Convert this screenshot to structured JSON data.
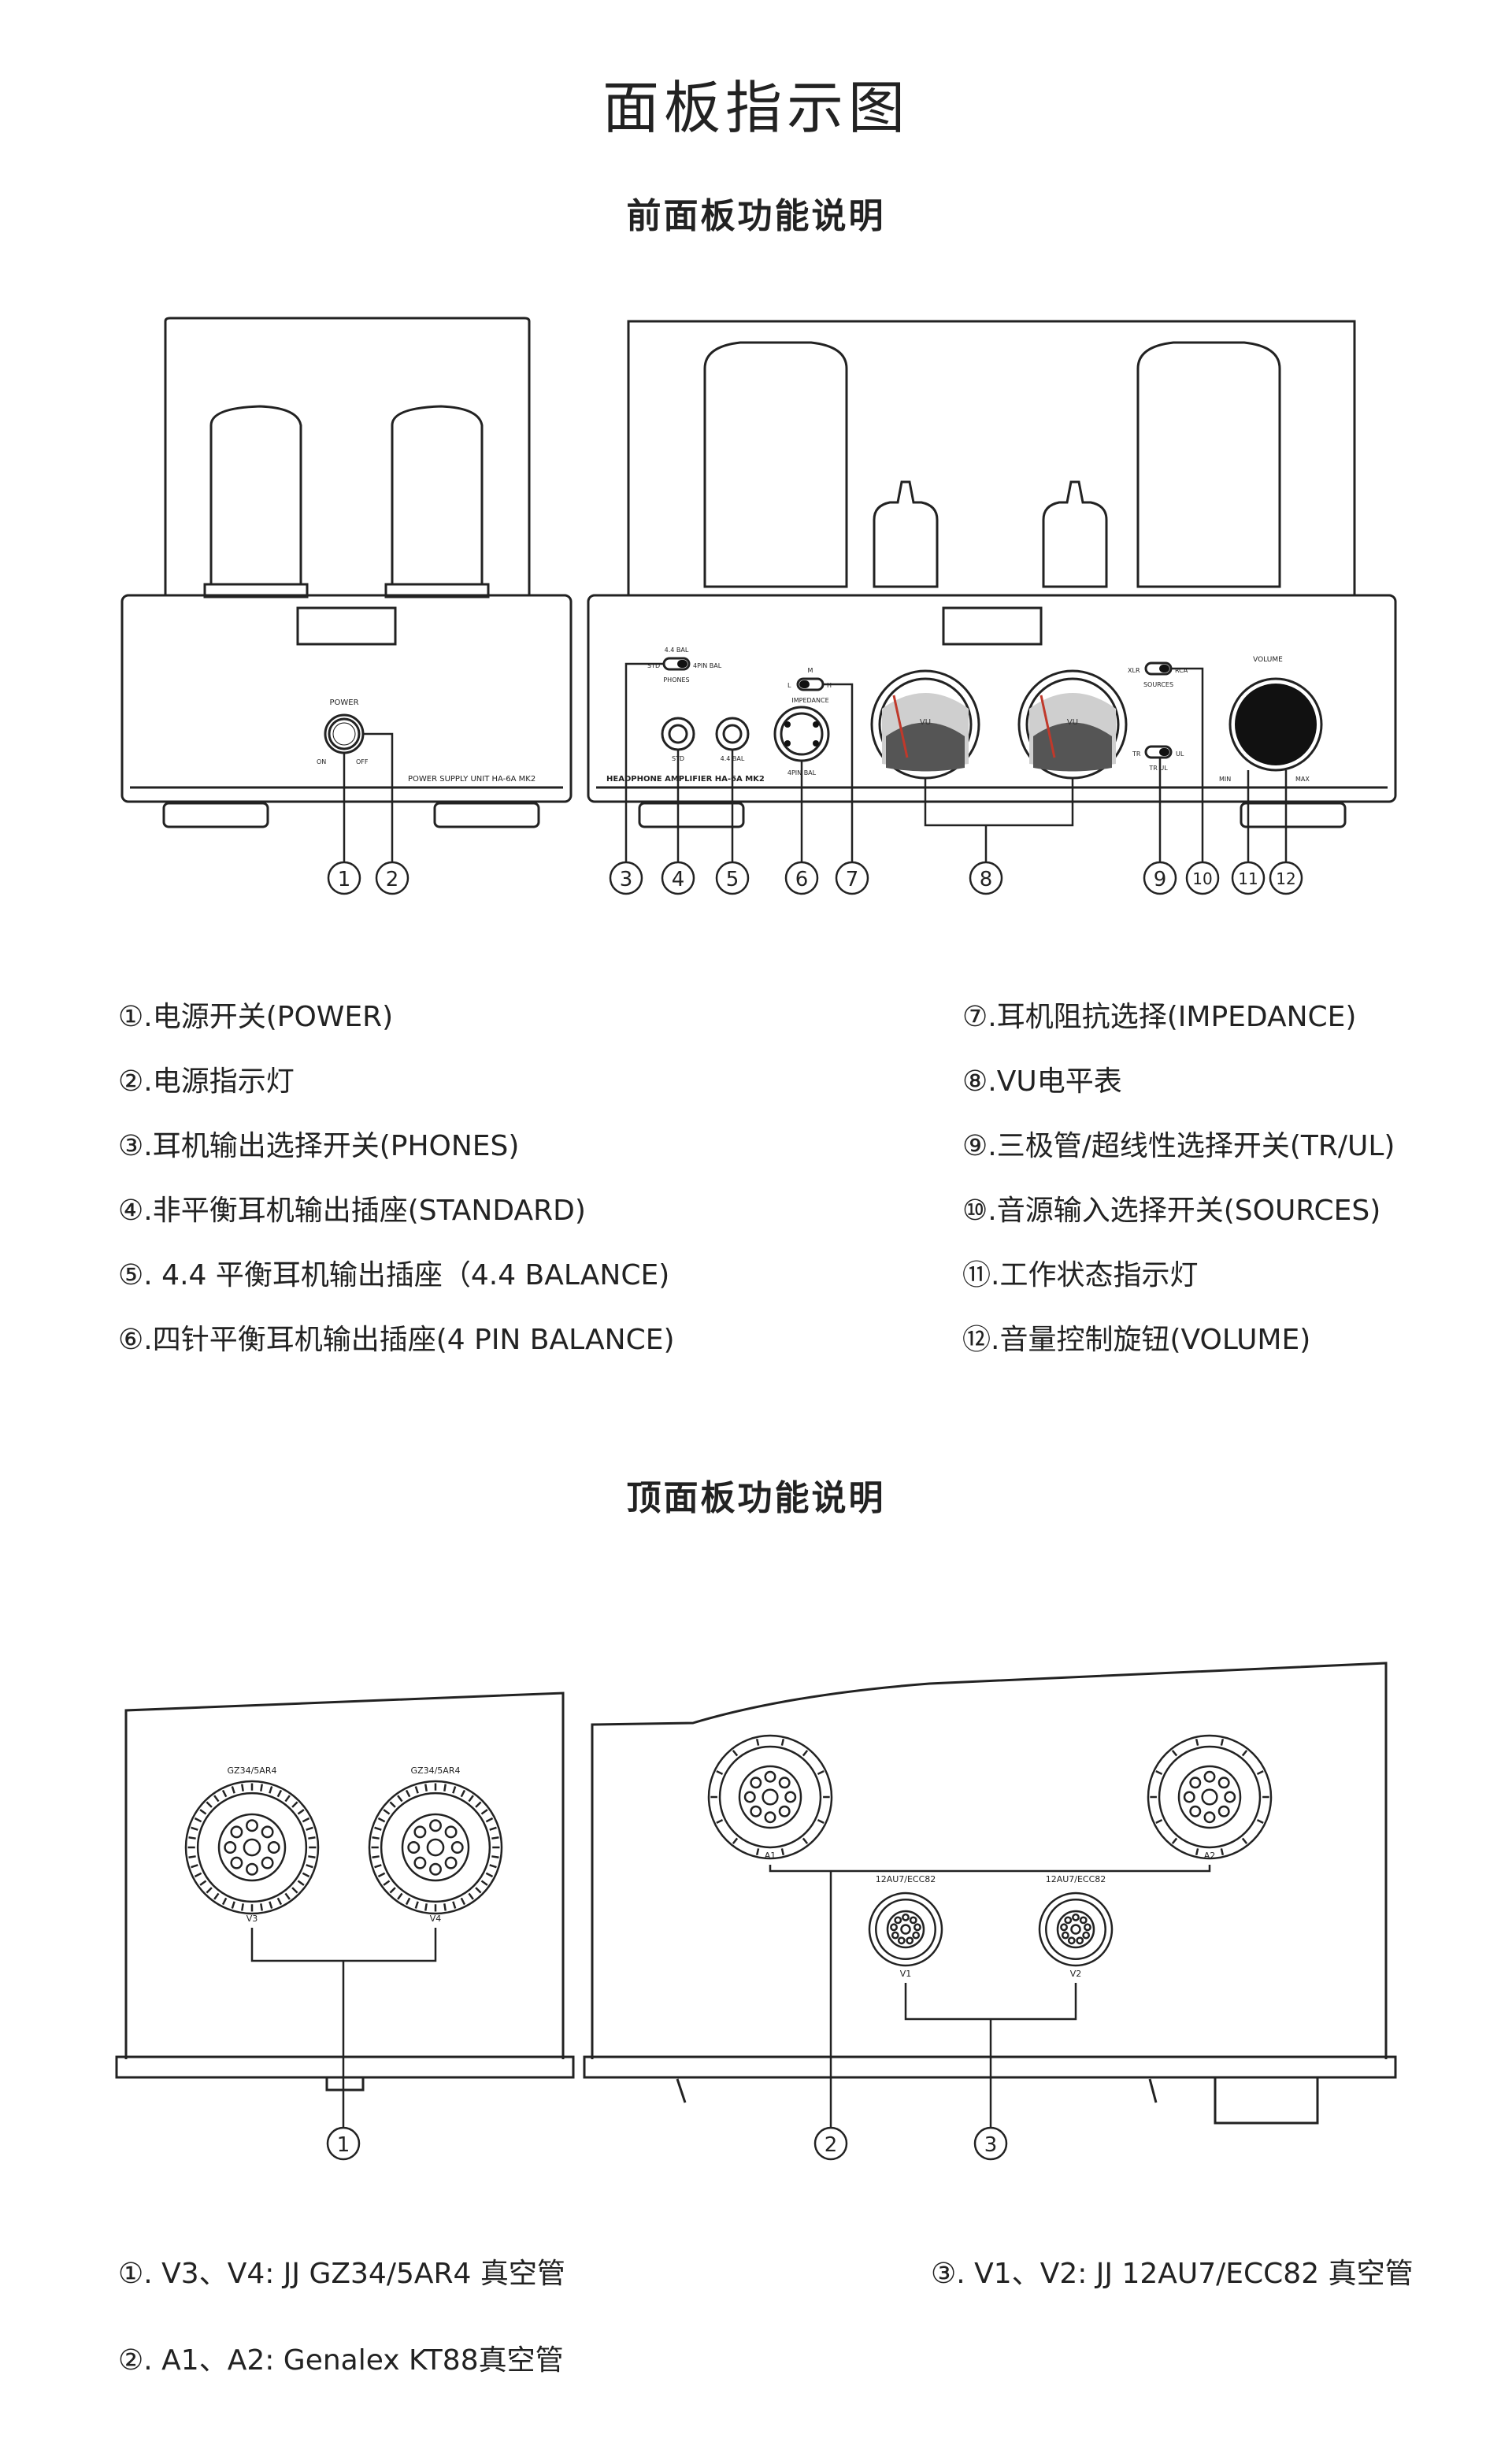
{
  "title": "面板指示图",
  "front": {
    "heading": "前面板功能说明",
    "psu": {
      "power_label": "POWER",
      "on_label": "ON",
      "off_label": "OFF",
      "model_text": "POWER SUPPLY UNIT HA-6A MK2"
    },
    "amp": {
      "model_text": "HEADPHONE AMPLIFIER HA-6A MK2",
      "phones_top": "4.4 BAL",
      "phones_std": "STD",
      "phones_4pin": "4PIN BAL",
      "phones_label": "PHONES",
      "imp_top": "M",
      "imp_l": "L",
      "imp_h": "H",
      "imp_label": "IMPEDANCE",
      "jack_std": "STD",
      "jack_44": "4.4 BAL",
      "xlr_label": "4PIN BAL",
      "vu_label": "VU",
      "src_xlr": "XLR",
      "src_rca": "RCA",
      "src_label": "SOURCES",
      "tr": "TR",
      "ul": "UL",
      "trul_label": "TR UL",
      "volume_label": "VOLUME",
      "min_label": "MIN",
      "max_label": "MAX"
    },
    "callouts": [
      "1",
      "2",
      "3",
      "4",
      "5",
      "6",
      "7",
      "8",
      "9",
      "10",
      "11",
      "12"
    ],
    "left_items": [
      "①.电源开关(POWER)",
      "②.电源指示灯",
      "③.耳机输出选择开关(PHONES)",
      "④.非平衡耳机输出插座(STANDARD)",
      "⑤. 4.4 平衡耳机输出插座（4.4 BALANCE)",
      "⑥.四针平衡耳机输出插座(4 PIN BALANCE)"
    ],
    "right_items": [
      "⑦.耳机阻抗选择(IMPEDANCE)",
      "⑧.VU电平表",
      "⑨.三极管/超线性选择开关(TR/UL)",
      "⑩.音源输入选择开关(SOURCES)",
      "⑪.工作状态指示灯",
      "⑫.音量控制旋钮(VOLUME)"
    ]
  },
  "top": {
    "heading": "顶面板功能说明",
    "tube_labels": {
      "v3_type": "GZ34/5AR4",
      "v4_type": "GZ34/5AR4",
      "v3": "V3",
      "v4": "V4",
      "a1": "A1",
      "a2": "A2",
      "v1_type": "12AU7/ECC82",
      "v2_type": "12AU7/ECC82",
      "v1": "V1",
      "v2": "V2"
    },
    "callouts": [
      "1",
      "2",
      "3"
    ],
    "item1": "①. V3、V4:  JJ GZ34/5AR4 真空管",
    "item2": "②. A1、A2: Genalex KT88真空管",
    "item3": "③. V1、V2: JJ 12AU7/ECC82 真空管"
  }
}
